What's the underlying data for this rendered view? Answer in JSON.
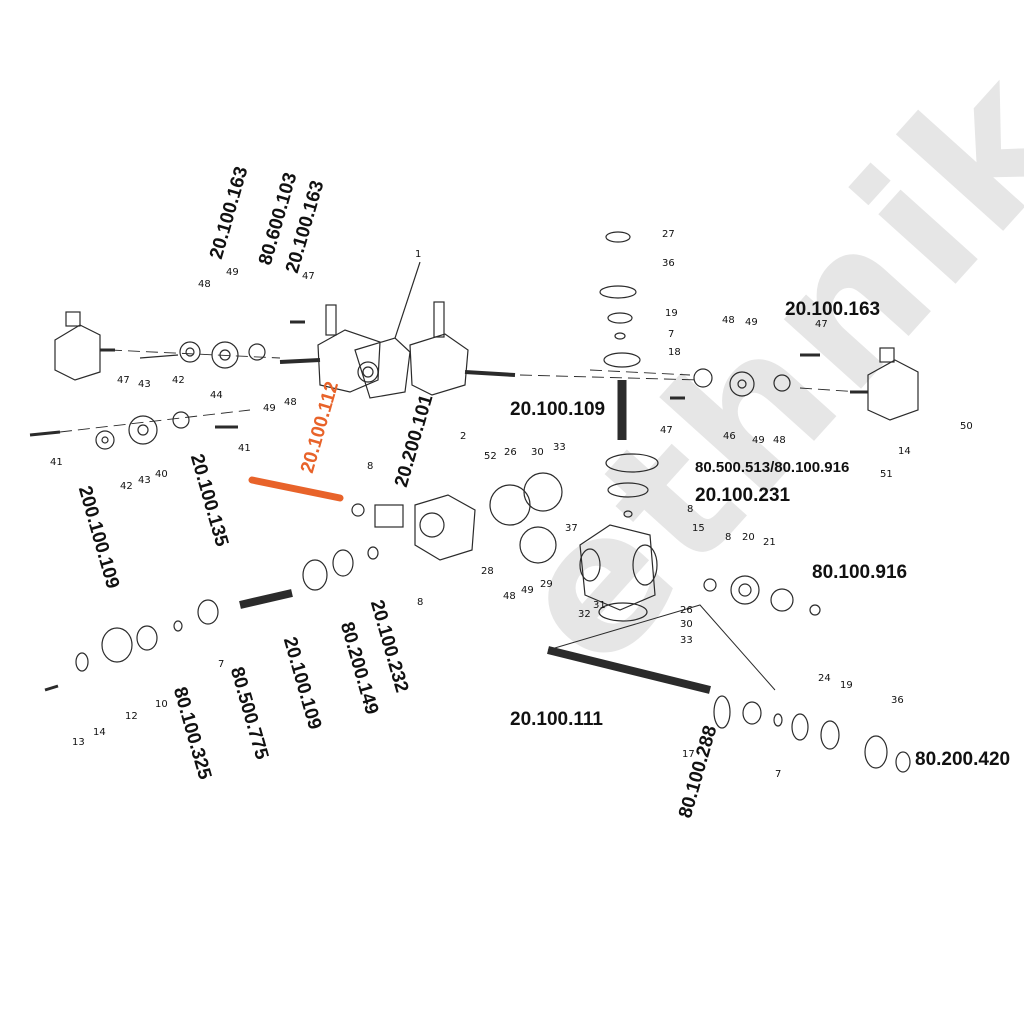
{
  "watermark": "ethnik.de",
  "colors": {
    "highlight": "#e8632a",
    "line": "#2b2b2b",
    "watermark": "#e6e6e6"
  },
  "part_numbers": {
    "p01": "20.100.163",
    "p02": "80.600.103",
    "p03": "20.100.163",
    "p04": "20.100.163",
    "p05": "20.100.112",
    "p06": "20.200.101",
    "p07": "20.100.109",
    "p08": "80.500.513/80.100.916",
    "p09": "20.100.231",
    "p10": "200.100.109",
    "p11": "20.100.135",
    "p12": "80.100.916",
    "p13": "20.100.109",
    "p14": "80.200.149",
    "p15": "20.100.232",
    "p16": "80.500.775",
    "p17": "80.100.325",
    "p18": "20.100.111",
    "p19": "80.100.288",
    "p20": "80.200.420"
  },
  "index_numbers": {
    "n1": "1",
    "n2": "2",
    "n7a": "7",
    "n7b": "7",
    "n7c": "7",
    "n8a": "8",
    "n8b": "8",
    "n8c": "8",
    "n8d": "8",
    "n10": "10",
    "n12": "12",
    "n13": "13",
    "n14a": "14",
    "n14b": "14",
    "n15": "15",
    "n17": "17",
    "n18": "18",
    "n19a": "19",
    "n19b": "19",
    "n20": "20",
    "n21": "21",
    "n24": "24",
    "n26a": "26",
    "n26b": "26",
    "n27": "27",
    "n28": "28",
    "n29": "29",
    "n30a": "30",
    "n30b": "30",
    "n31": "31",
    "n32": "32",
    "n33a": "33",
    "n33b": "33",
    "n36a": "36",
    "n36b": "36",
    "n37": "37",
    "n40": "40",
    "n41a": "41",
    "n41b": "41",
    "n42a": "42",
    "n42b": "42",
    "n43a": "43",
    "n43b": "43",
    "n44": "44",
    "n46": "46",
    "n47a": "47",
    "n47b": "47",
    "n47c": "47",
    "n47d": "47",
    "n48a": "48",
    "n48b": "48",
    "n48c": "48",
    "n48d": "48",
    "n48e": "48",
    "n49a": "49",
    "n49b": "49",
    "n49c": "49",
    "n49d": "49",
    "n49e": "49",
    "n50": "50",
    "n51": "51",
    "n52": "52"
  }
}
